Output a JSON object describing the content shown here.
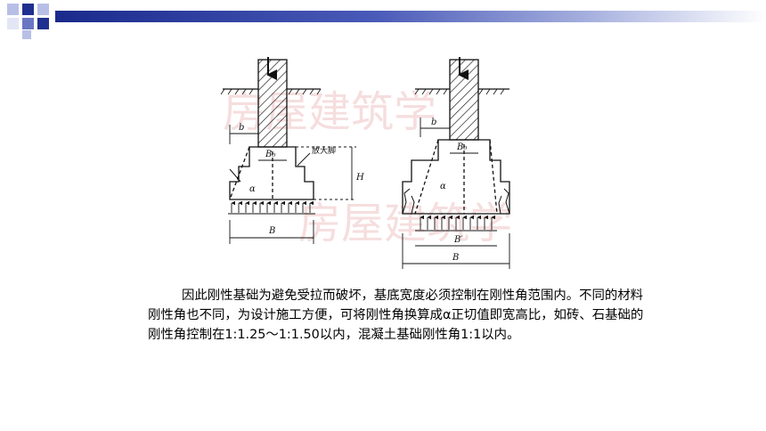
{
  "slide": {
    "paragraph": "因此刚性基础为避免受拉而破坏，基底宽度必须控制在刚性角范围内。不同的材料刚性角也不同，为设计施工方便，可将刚性角换算成α正切值即宽高比，如砖、石基础的刚性角控制在1:1.25～1:1.50以内，混凝土基础刚性角1:1以内。"
  },
  "figure": {
    "left": {
      "label_b": "b",
      "label_b0": "B₀",
      "label_callout": "放大脚",
      "label_alpha": "α",
      "label_H": "H",
      "label_B": "B"
    },
    "right": {
      "label_b": "b",
      "label_b0": "B₀",
      "label_alpha": "α",
      "label_Bprime": "B′",
      "label_B": "B"
    },
    "watermark": [
      "房屋建筑学",
      "房屋建筑学"
    ]
  },
  "colors": {
    "header_dark": "#1a2a8c",
    "square_dark": "#1f2f8f",
    "square_mid": "#6a76c4",
    "square_light": "#b8bfe6"
  }
}
